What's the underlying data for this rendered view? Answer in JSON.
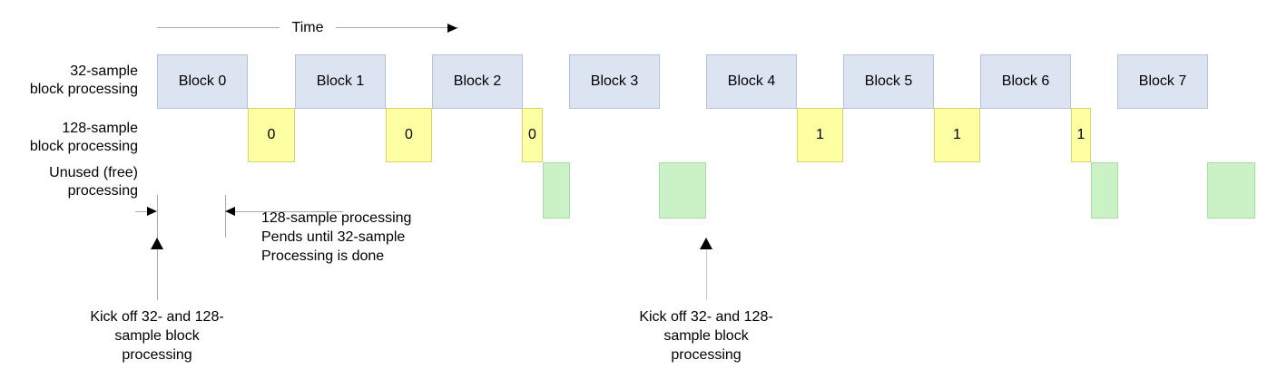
{
  "diagram": {
    "time_axis": {
      "label": "Time"
    },
    "row_labels": [
      {
        "line1": "32-sample",
        "line2": "block processing"
      },
      {
        "line1": "128-sample",
        "line2": "block processing"
      },
      {
        "line1": "Unused (free)",
        "line2": "processing"
      }
    ],
    "blocks_32_sample": [
      {
        "label": "Block 0"
      },
      {
        "label": "Block 1"
      },
      {
        "label": "Block 2"
      },
      {
        "label": "Block 3"
      },
      {
        "label": "Block 4"
      },
      {
        "label": "Block 5"
      },
      {
        "label": "Block 6"
      },
      {
        "label": "Block 7"
      }
    ],
    "blocks_128_sample": [
      {
        "label": "0"
      },
      {
        "label": "0"
      },
      {
        "label": "0"
      },
      {
        "label": "1"
      },
      {
        "label": "1"
      },
      {
        "label": "1"
      }
    ],
    "free_blocks_count": 4,
    "annotations": {
      "pend_note": {
        "line1": "128-sample processing",
        "line2": "Pends until 32-sample",
        "line3": "Processing is done"
      },
      "kickoff_note_first": {
        "line1": "Kick off 32- and 128-",
        "line2": "sample block",
        "line3": "processing"
      },
      "kickoff_note_second": {
        "line1": "Kick off 32- and 128-",
        "line2": "sample block",
        "line3": "processing"
      }
    },
    "colors": {
      "block_32_fill": "#dde4f1",
      "block_32_border": "#b4c1d8",
      "block_128_fill": "#feffa3",
      "block_128_border": "#d6d46e",
      "free_fill": "#cbf2c7",
      "free_border": "#a9dba4",
      "line_color": "#a9a9a9",
      "shaft_color": "#c9c9c9",
      "arrow_color": "#000000"
    }
  }
}
